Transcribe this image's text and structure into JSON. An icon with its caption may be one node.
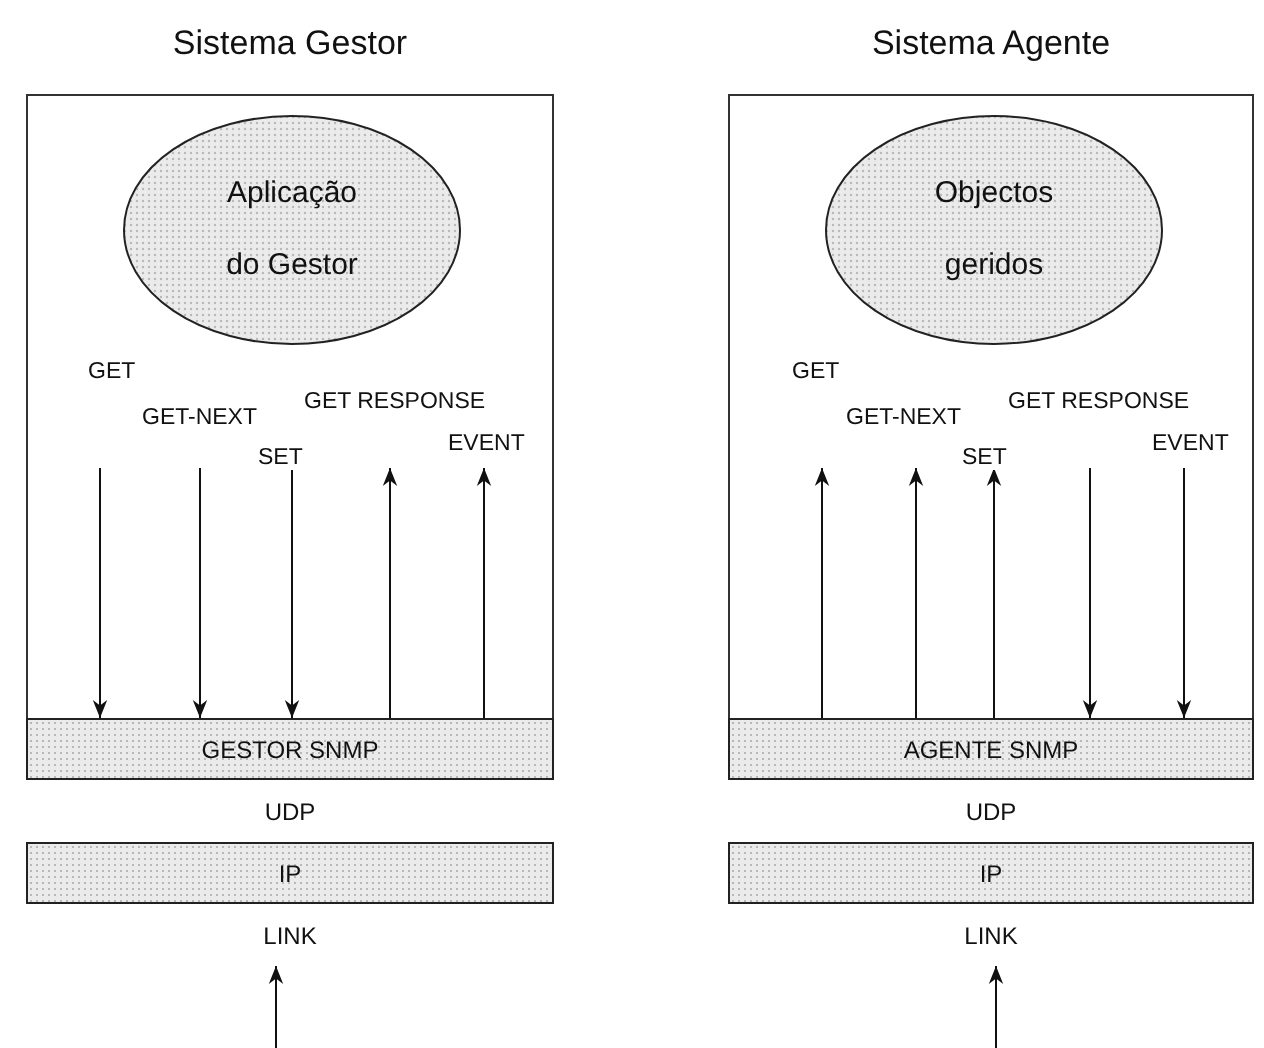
{
  "diagram": {
    "nodes": [
      {
        "text": [
          "Sistema Gestor"
        ]
      },
      {
        "text": [
          "Aplicação do Gestor"
        ],
        "in": 0
      },
      {
        "text": [
          "GESTOR SNMP"
        ],
        "in": 0
      },
      {
        "text": [
          "UDP"
        ],
        "in": 0
      },
      {
        "text": [
          "IP"
        ],
        "in": 0
      },
      {
        "text": [
          "LINK"
        ],
        "in": 0
      },
      {
        "text": [
          "Sistema Agente"
        ]
      },
      {
        "text": [
          "Objectos geridos"
        ],
        "in": 6
      },
      {
        "text": [
          "AGENTE SNMP"
        ],
        "in": 6
      },
      {
        "text": [
          "UDP"
        ],
        "in": 6
      },
      {
        "text": [
          "IP"
        ],
        "in": 6
      },
      {
        "text": [
          "LINK"
        ],
        "in": 6
      }
    ],
    "edges": [
      {
        "from": null,
        "to": 2,
        "arrow": "to",
        "label": "GET"
      },
      {
        "from": null,
        "to": 2,
        "arrow": "to",
        "label": "GET-NEXT"
      },
      {
        "from": null,
        "to": 2,
        "arrow": "to",
        "label": "SET"
      },
      {
        "from": 2,
        "to": null,
        "arrow": "to",
        "label": "GET RESPONSE"
      },
      {
        "from": 2,
        "to": null,
        "arrow": "to",
        "label": "EVENT"
      },
      {
        "from": null,
        "to": 5,
        "arrow": "to"
      },
      {
        "from": 8,
        "to": null,
        "arrow": "to",
        "label": "GET"
      },
      {
        "from": 8,
        "to": null,
        "arrow": "to",
        "label": "GET-NEXT"
      },
      {
        "from": 8,
        "to": null,
        "arrow": "to",
        "label": "SET"
      },
      {
        "from": null,
        "to": 8,
        "arrow": "to",
        "label": "GET RESPONSE"
      },
      {
        "from": null,
        "to": 8,
        "arrow": "to",
        "label": "EVENT"
      },
      {
        "from": null,
        "to": 11,
        "arrow": "to"
      }
    ]
  }
}
